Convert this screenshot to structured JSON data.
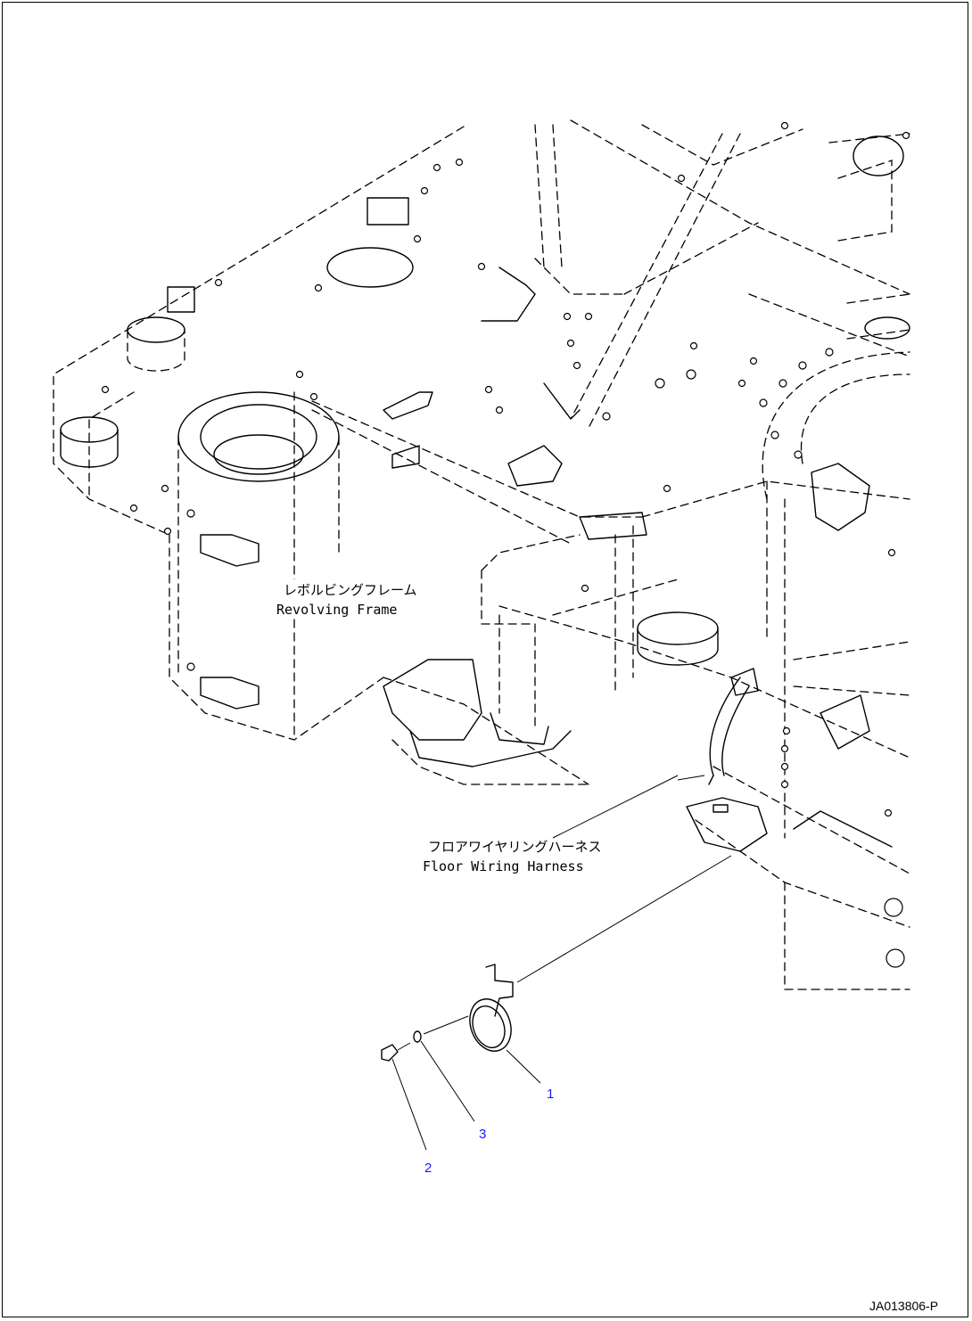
{
  "labels": {
    "revolving_frame_jp": "レボルビングフレーム",
    "revolving_frame_en": "Revolving Frame",
    "floor_harness_jp": "フロアワイヤリングハーネス",
    "floor_harness_en": "Floor Wiring Harness"
  },
  "callouts": [
    {
      "number": "1"
    },
    {
      "number": "2"
    },
    {
      "number": "3"
    }
  ],
  "drawing_code": "JA013806-P",
  "colors": {
    "line": "#000000",
    "callout": "#1a1aff",
    "background": "#ffffff"
  }
}
